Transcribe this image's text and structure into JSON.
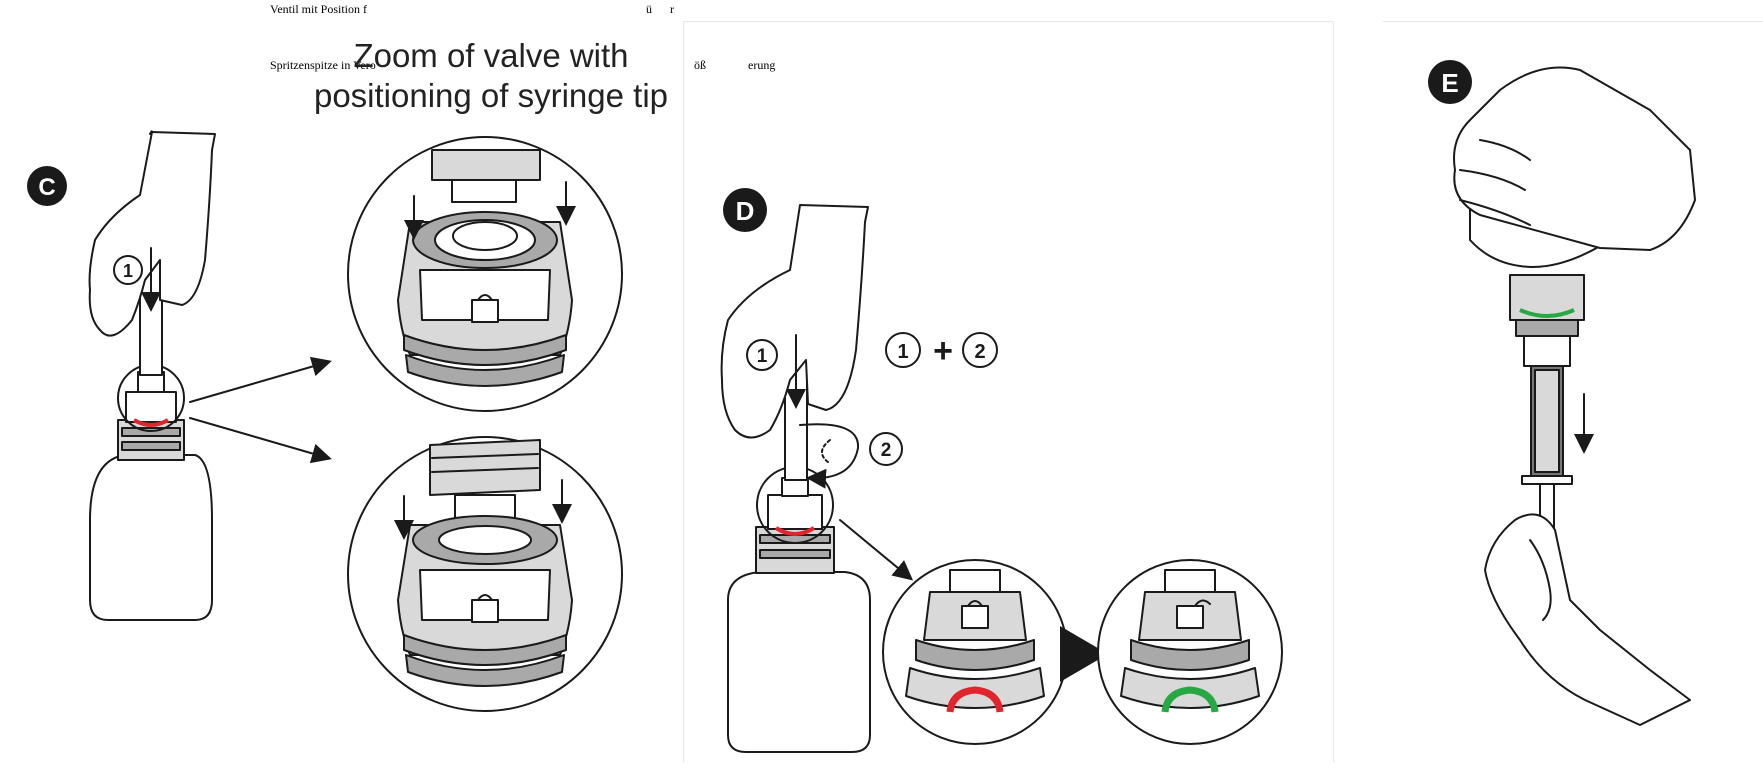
{
  "top_text": {
    "line1_left": "Ventil mit Position f",
    "line1_mid": "ü",
    "line1_right": "r",
    "line2_left": "Spritzenspitze in Vero",
    "line2_mid": "öß",
    "line2_right": "erung"
  },
  "zoom_title_line1": "Zoom of valve with",
  "zoom_title_line2": "positioning of syringe tip",
  "steps": {
    "c": "C",
    "d": "D",
    "e": "E",
    "one": "1",
    "two": "2",
    "plus": "+"
  },
  "colors": {
    "locked_ring": "#e0262c",
    "unlocked_ring": "#27a844",
    "ink": "#1a1a1a"
  }
}
